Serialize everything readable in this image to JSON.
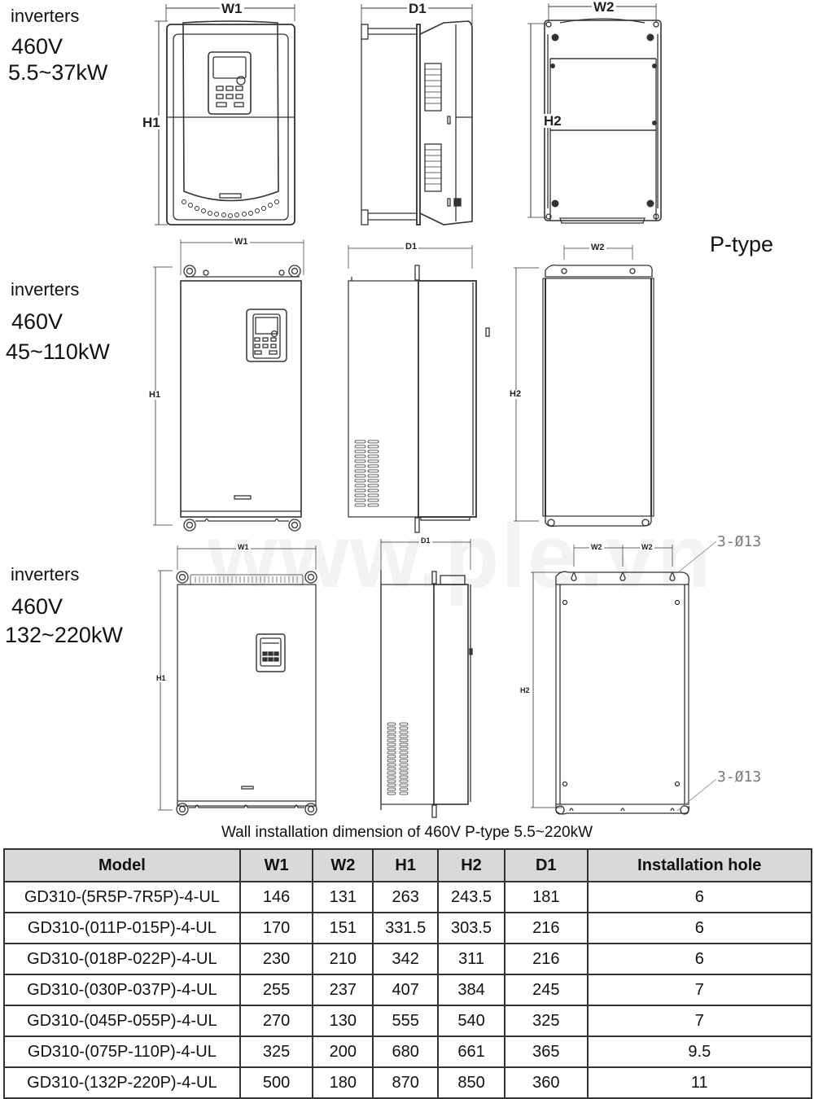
{
  "watermark": "www.ple.vn",
  "series_label": "P-type",
  "groups": [
    {
      "label": "inverters",
      "voltage": "460V",
      "power": "5.5~37kW",
      "views": {
        "front": {
          "width_dim": "W1",
          "height_dim": "H1"
        },
        "side": {
          "depth_dim": "D1"
        },
        "back": {
          "width_dim": "W2",
          "height_dim": "H2"
        }
      }
    },
    {
      "label": "inverters",
      "voltage": "460V",
      "power": "45~110kW",
      "views": {
        "front": {
          "width_dim": "W1",
          "height_dim": "H1"
        },
        "side": {
          "depth_dim": "D1"
        },
        "back": {
          "width_dim": "W2",
          "height_dim": "H2"
        }
      }
    },
    {
      "label": "inverters",
      "voltage": "460V",
      "power": "132~220kW",
      "views": {
        "front": {
          "width_dim": "W1",
          "height_dim": "H1"
        },
        "side": {
          "depth_dim": "D1"
        },
        "back": {
          "width_dim_left": "W2",
          "width_dim_right": "W2",
          "height_dim": "H2",
          "hole_callout_top": "3-Ø13",
          "hole_callout_bottom": "3-Ø13"
        }
      }
    }
  ],
  "caption": "Wall installation dimension of 460V P-type 5.5~220kW",
  "table": {
    "headers": [
      "Model",
      "W1",
      "W2",
      "H1",
      "H2",
      "D1",
      "Installation hole"
    ],
    "rows": [
      [
        "GD310-(5R5P-7R5P)-4-UL",
        "146",
        "131",
        "263",
        "243.5",
        "181",
        "6"
      ],
      [
        "GD310-(011P-015P)-4-UL",
        "170",
        "151",
        "331.5",
        "303.5",
        "216",
        "6"
      ],
      [
        "GD310-(018P-022P)-4-UL",
        "230",
        "210",
        "342",
        "311",
        "216",
        "6"
      ],
      [
        "GD310-(030P-037P)-4-UL",
        "255",
        "237",
        "407",
        "384",
        "245",
        "7"
      ],
      [
        "GD310-(045P-055P)-4-UL",
        "270",
        "130",
        "555",
        "540",
        "325",
        "7"
      ],
      [
        "GD310-(075P-110P)-4-UL",
        "325",
        "200",
        "680",
        "661",
        "365",
        "9.5"
      ],
      [
        "GD310-(132P-220P)-4-UL",
        "500",
        "180",
        "870",
        "850",
        "360",
        "11"
      ]
    ]
  },
  "colors": {
    "line": "#333333",
    "header_bg": "#d9d9d9",
    "watermark": "#f3f3f3",
    "callout": "#777777"
  }
}
